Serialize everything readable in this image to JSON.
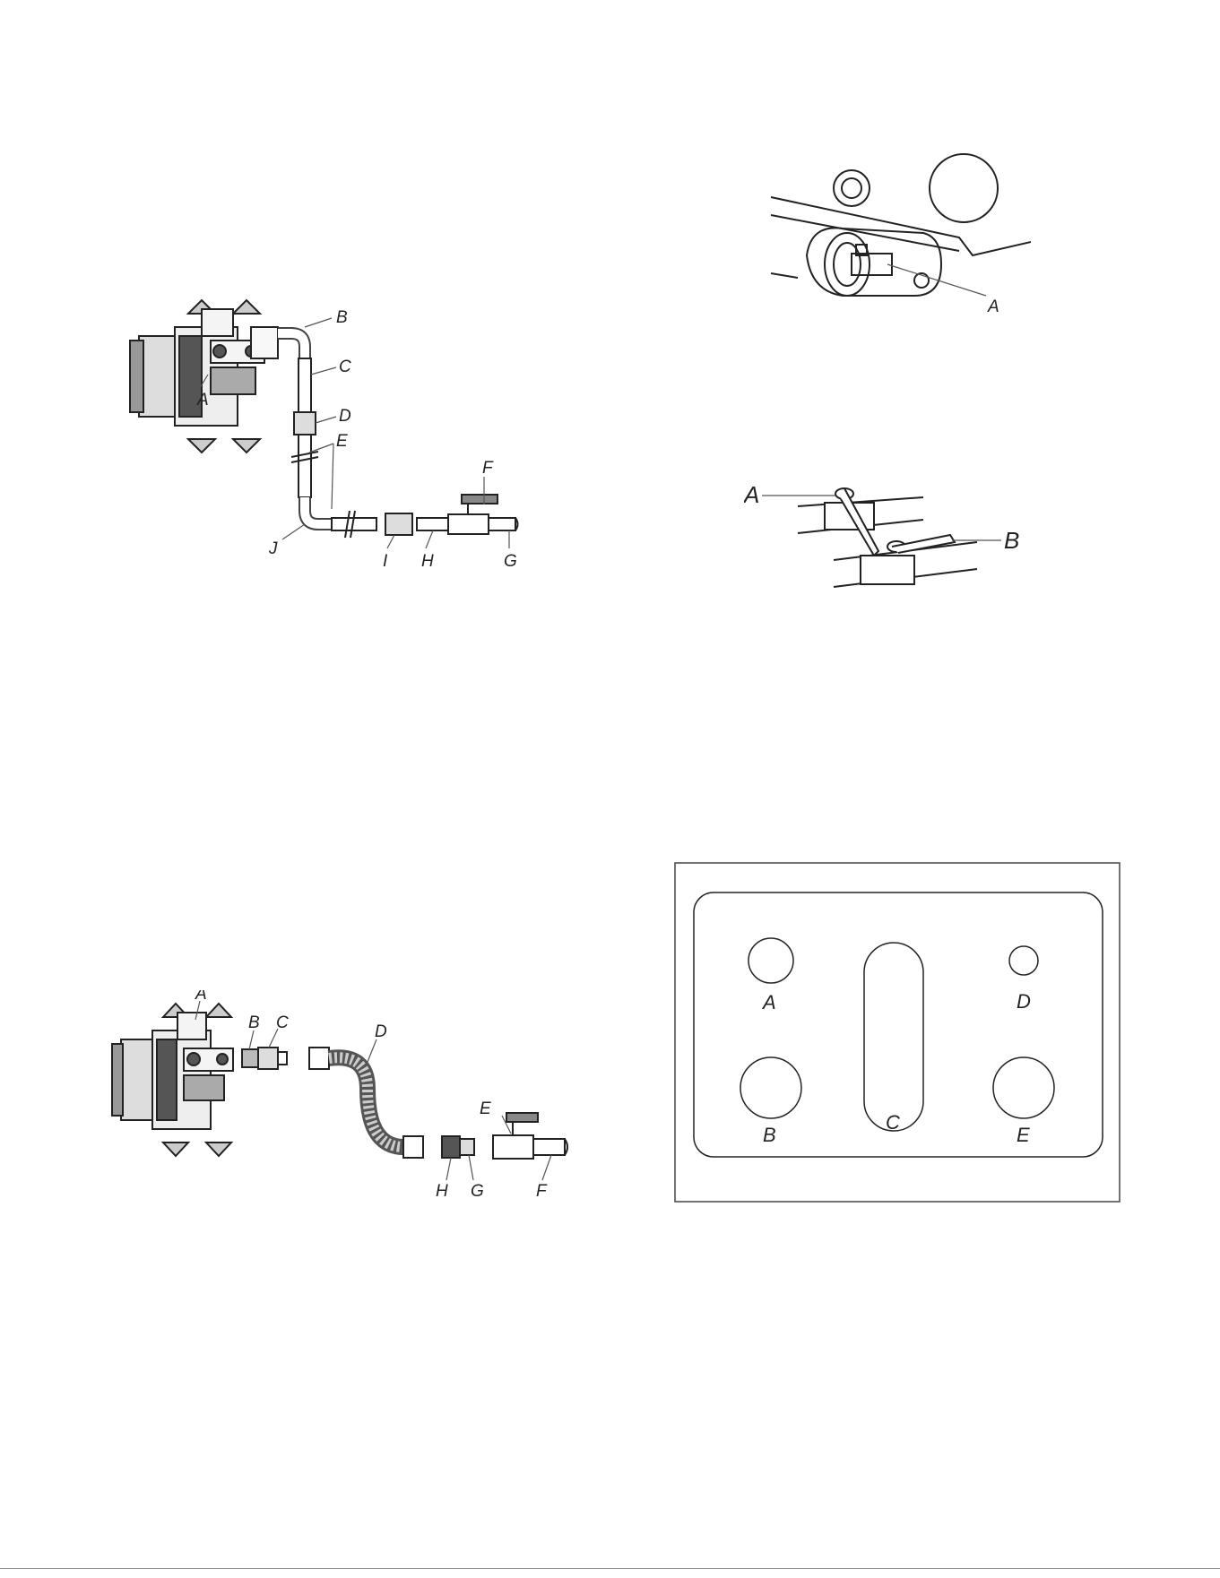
{
  "figures": {
    "fig1_rigid_plumbing": {
      "labels": {
        "A": "A",
        "B": "B",
        "C": "C",
        "D": "D",
        "E": "E",
        "F": "F",
        "G": "G",
        "H": "H",
        "I": "I",
        "J": "J"
      }
    },
    "fig2_valve_closeup": {
      "labels": {
        "A": "A"
      }
    },
    "fig3_shutoff_valves": {
      "labels": {
        "A": "A",
        "B": "B"
      }
    },
    "fig4_flexible_plumbing": {
      "labels": {
        "A": "A",
        "B": "B",
        "C": "C",
        "D": "D",
        "E": "E",
        "F": "F",
        "G": "G",
        "H": "H"
      }
    },
    "fig5_panel_cutouts": {
      "labels": {
        "A": "A",
        "B": "B",
        "C": "C",
        "D": "D",
        "E": "E"
      }
    }
  }
}
